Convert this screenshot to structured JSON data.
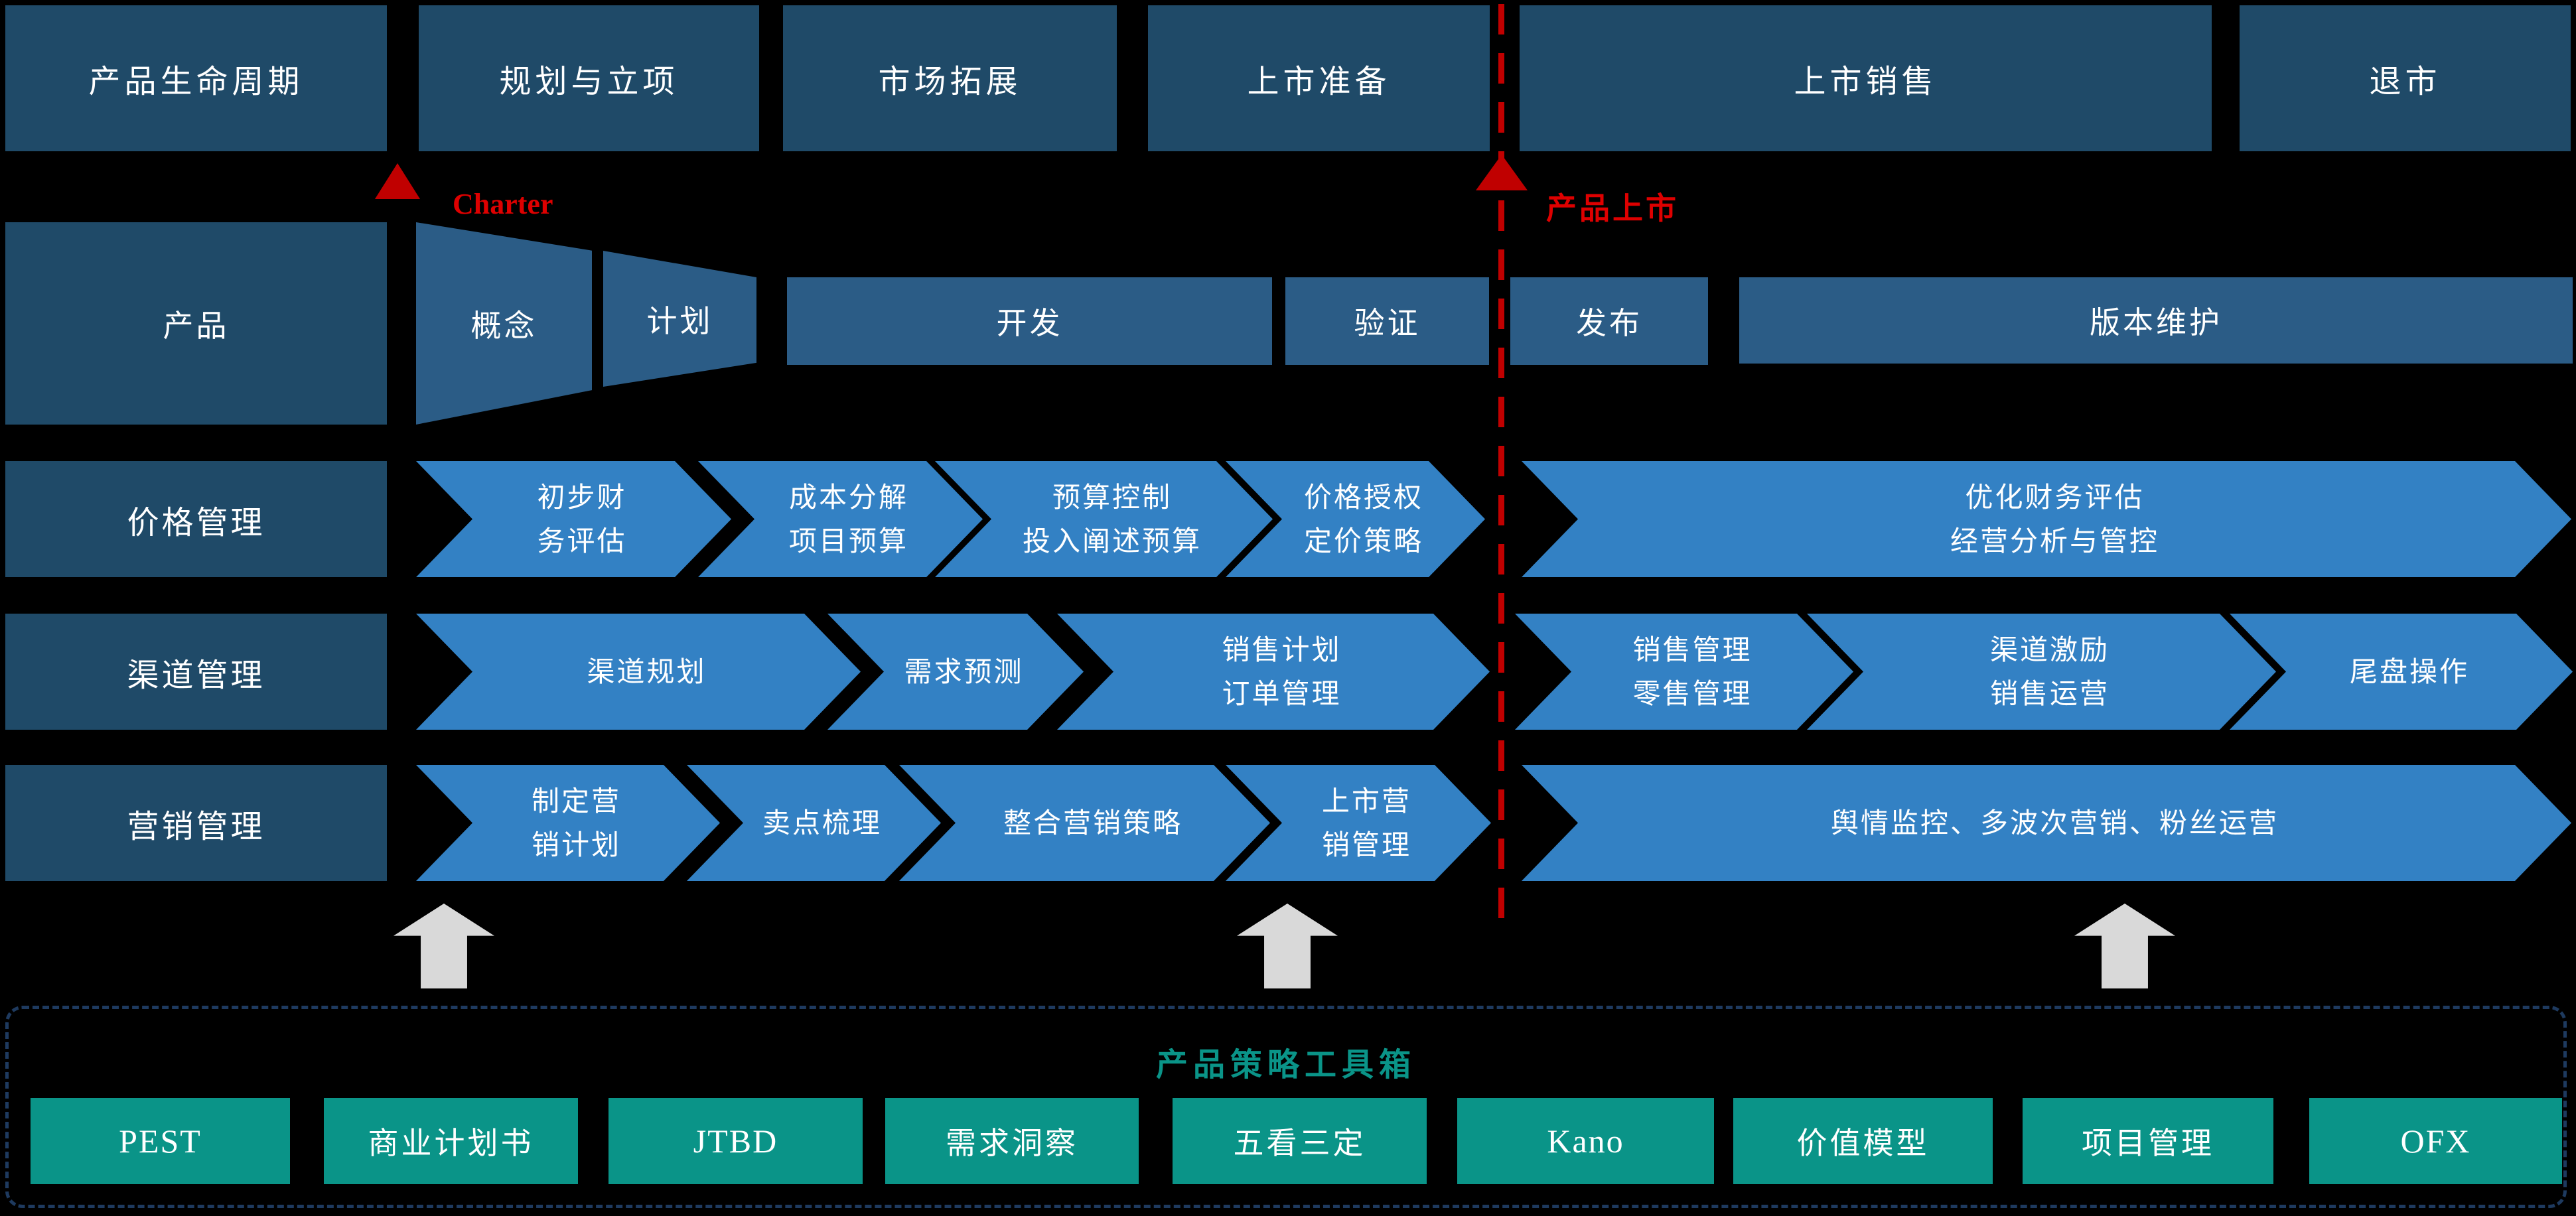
{
  "colors": {
    "dark_box": "#1F4A68",
    "mid_box": "#2B5C86",
    "arrow_blue": "#3381C4",
    "teal": "#0A9488",
    "red_line": "#C00000",
    "red_text": "#DE0000",
    "gray_arrow": "#D9D9D9",
    "dashed_border": "#1E3A5F"
  },
  "lifecycle": {
    "header": "产品生命周期",
    "phases": [
      "规划与立项",
      "市场拓展",
      "上市准备",
      "上市销售",
      "退市"
    ]
  },
  "product": {
    "label": "产品",
    "stages": [
      "概念",
      "计划",
      "开发",
      "验证",
      "发布",
      "版本维护"
    ]
  },
  "milestones": {
    "charter": "Charter",
    "launch": "产品上市"
  },
  "lanes": [
    {
      "label": "价格管理",
      "arrows": [
        "初步财\n务评估",
        "成本分解\n项目预算",
        "预算控制\n投入阐述预算",
        "价格授权\n定价策略",
        "优化财务评估\n经营分析与管控"
      ]
    },
    {
      "label": "渠道管理",
      "arrows": [
        "渠道规划",
        "需求预测",
        "销售计划\n订单管理",
        "销售管理\n零售管理",
        "渠道激励\n销售运营",
        "尾盘操作"
      ]
    },
    {
      "label": "营销管理",
      "arrows": [
        "制定营\n销计划",
        "卖点梳理",
        "整合营销策略",
        "上市营\n销管理",
        "舆情监控、多波次营销、粉丝运营"
      ]
    }
  ],
  "toolbox": {
    "title": "产品策略工具箱",
    "tools": [
      "PEST",
      "商业计划书",
      "JTBD",
      "需求洞察",
      "五看三定",
      "Kano",
      "价值模型",
      "项目管理",
      "OFX"
    ]
  }
}
